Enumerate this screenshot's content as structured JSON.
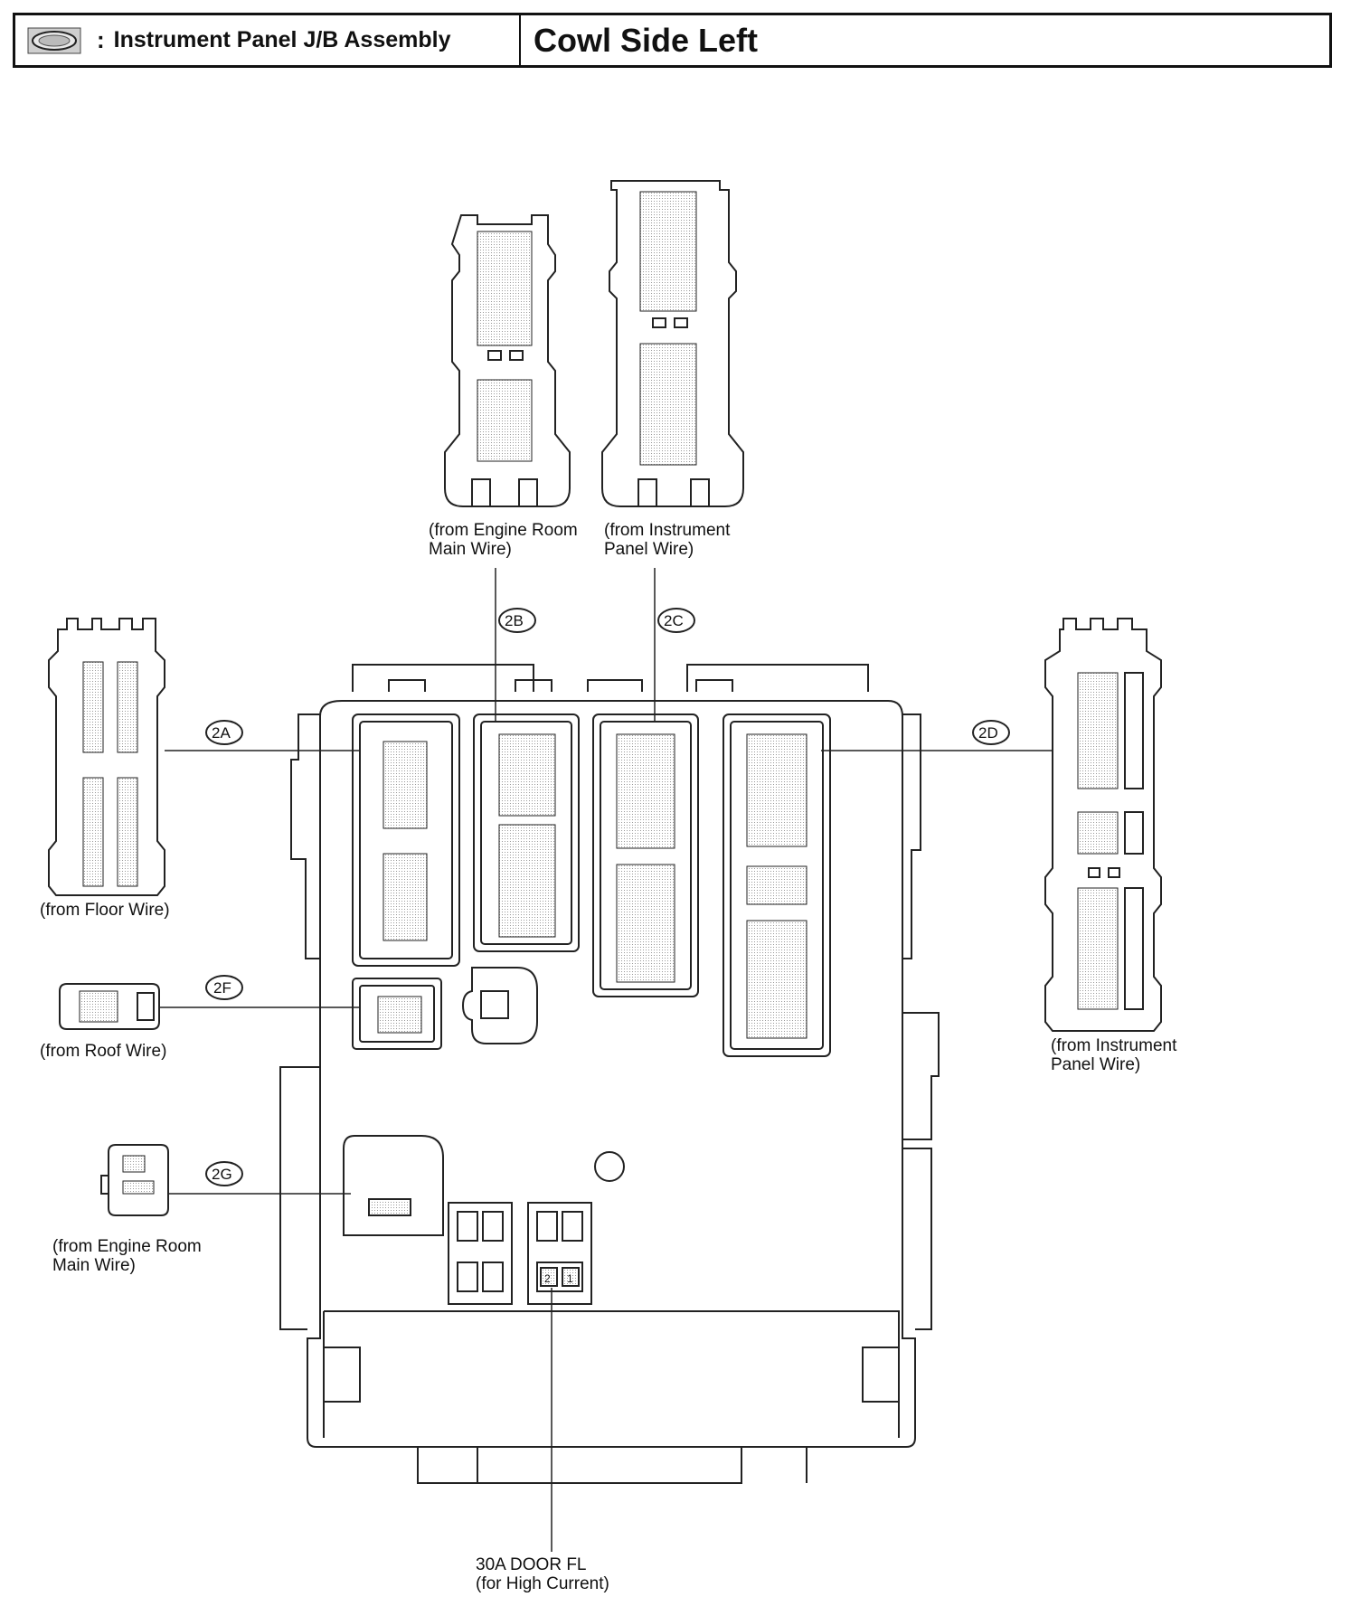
{
  "header": {
    "legend_symbol": "connector-symbol-icon",
    "colon": ":",
    "assembly": "Instrument Panel J/B Assembly",
    "location": "Cowl Side Left"
  },
  "connectors": {
    "c2A": {
      "code": "2A",
      "source_line1": "(from Floor Wire)"
    },
    "c2B": {
      "code": "2B",
      "source_line1": "(from Engine Room",
      "source_line2": "Main Wire)"
    },
    "c2C": {
      "code": "2C",
      "source_line1": "(from Instrument",
      "source_line2": "Panel Wire)"
    },
    "c2D": {
      "code": "2D",
      "source_line1": "(from Instrument",
      "source_line2": "Panel Wire)"
    },
    "c2F": {
      "code": "2F",
      "source_line1": "(from Roof Wire)"
    },
    "c2G": {
      "code": "2G",
      "source_line1": "(from Engine Room",
      "source_line2": "Main Wire)"
    }
  },
  "fuse": {
    "label_line1": "30A DOOR FL",
    "label_line2": "(for High Current)"
  }
}
